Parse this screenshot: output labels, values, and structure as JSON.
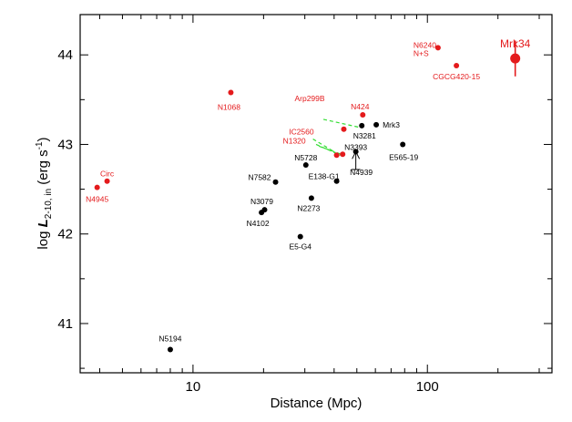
{
  "chart_data": {
    "type": "scatter",
    "title": "",
    "xlabel": "Distance (Mpc)",
    "ylabel_parts": {
      "prefix": "log ",
      "symbol": "L",
      "subscript": "2-10, in",
      "unit": " (erg s",
      "unit_exp": "-1",
      "unit_close": ")"
    },
    "x_scale": "log",
    "xlim": [
      3.3,
      340
    ],
    "ylim": [
      40.45,
      44.45
    ],
    "x_ticks": [
      10,
      100
    ],
    "x_tick_labels": [
      "10",
      "100"
    ],
    "y_ticks": [
      41,
      42,
      43,
      44
    ],
    "y_tick_labels": [
      "41",
      "42",
      "43",
      "44"
    ],
    "grid": false,
    "legend": "none",
    "colors": {
      "black": "#000000",
      "red": "#e41a1c",
      "link": "#33dd33"
    },
    "points": [
      {
        "label": "N5194",
        "x": 8.0,
        "y": 40.71,
        "color": "black"
      },
      {
        "label": "N4102",
        "x": 19.6,
        "y": 42.24,
        "color": "black"
      },
      {
        "label": "N3079",
        "x": 20.2,
        "y": 42.27,
        "color": "black"
      },
      {
        "label": "N7582",
        "x": 22.5,
        "y": 42.58,
        "color": "black"
      },
      {
        "label": "E5-G4",
        "x": 28.7,
        "y": 41.97,
        "color": "black"
      },
      {
        "label": "N5728",
        "x": 30.3,
        "y": 42.77,
        "color": "black"
      },
      {
        "label": "N2273",
        "x": 32.0,
        "y": 42.4,
        "color": "black"
      },
      {
        "label": "E138-G1",
        "x": 41.0,
        "y": 42.59,
        "color": "black"
      },
      {
        "label": "N3393",
        "x": 49.5,
        "y": 42.92,
        "color": "black"
      },
      {
        "label": "N3281",
        "x": 52.5,
        "y": 43.21,
        "color": "black"
      },
      {
        "label": "Mrk3",
        "x": 60.5,
        "y": 43.22,
        "color": "black"
      },
      {
        "label": "E565-19",
        "x": 78.5,
        "y": 43.0,
        "color": "black"
      },
      {
        "label": "N4945",
        "x": 3.9,
        "y": 42.52,
        "color": "red"
      },
      {
        "label": "Circ",
        "x": 4.3,
        "y": 42.59,
        "color": "red"
      },
      {
        "label": "N1068",
        "x": 14.5,
        "y": 43.58,
        "color": "red"
      },
      {
        "label": "N1320",
        "x": 41.0,
        "y": 42.88,
        "color": "red"
      },
      {
        "label": "IC2560",
        "x": 43.5,
        "y": 42.89,
        "color": "red"
      },
      {
        "label": "Arp299B",
        "x": 44.0,
        "y": 43.17,
        "color": "red"
      },
      {
        "label": "N424",
        "x": 53.0,
        "y": 43.33,
        "color": "red"
      },
      {
        "label": "N6240 N+S",
        "x": 111,
        "y": 44.08,
        "color": "red"
      },
      {
        "label": "CGCG420-15",
        "x": 133,
        "y": 43.88,
        "color": "red"
      },
      {
        "label": "Mrk34",
        "x": 237,
        "y": 43.96,
        "color": "red",
        "size": "large",
        "yerr": [
          43.76,
          44.16
        ]
      }
    ],
    "limit_marker": {
      "label": "N4939",
      "x": 49.5,
      "y": 42.92,
      "y_low": 42.72,
      "direction": "upper"
    },
    "links": [
      {
        "from": {
          "x": 32.5,
          "y": 43.06
        },
        "to": {
          "x": 40.5,
          "y": 42.91
        }
      },
      {
        "from": {
          "x": 33.5,
          "y": 43.0
        },
        "to": {
          "x": 42.5,
          "y": 42.88
        }
      },
      {
        "from": {
          "x": 34.5,
          "y": 42.98
        },
        "to": {
          "x": 43.0,
          "y": 42.89
        }
      },
      {
        "from": {
          "x": 36.0,
          "y": 43.28
        },
        "to": {
          "x": 51.5,
          "y": 43.19
        }
      }
    ]
  }
}
